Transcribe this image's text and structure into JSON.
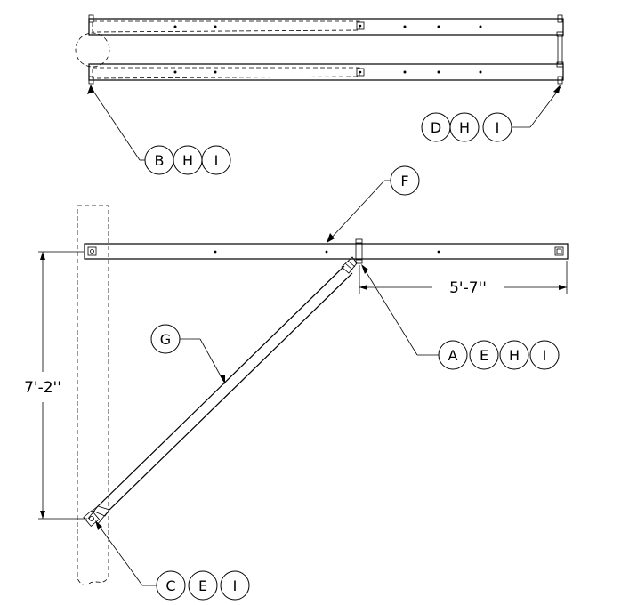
{
  "callouts": {
    "bhi": [
      "B",
      "H",
      "I"
    ],
    "dhi": [
      "D",
      "H",
      "I"
    ],
    "f": [
      "F"
    ],
    "aehi": [
      "A",
      "E",
      "H",
      "I"
    ],
    "g": [
      "G"
    ],
    "cei": [
      "C",
      "E",
      "I"
    ]
  },
  "dimensions": {
    "vertical": "7'-2''",
    "horizontal": "5'-7''"
  }
}
